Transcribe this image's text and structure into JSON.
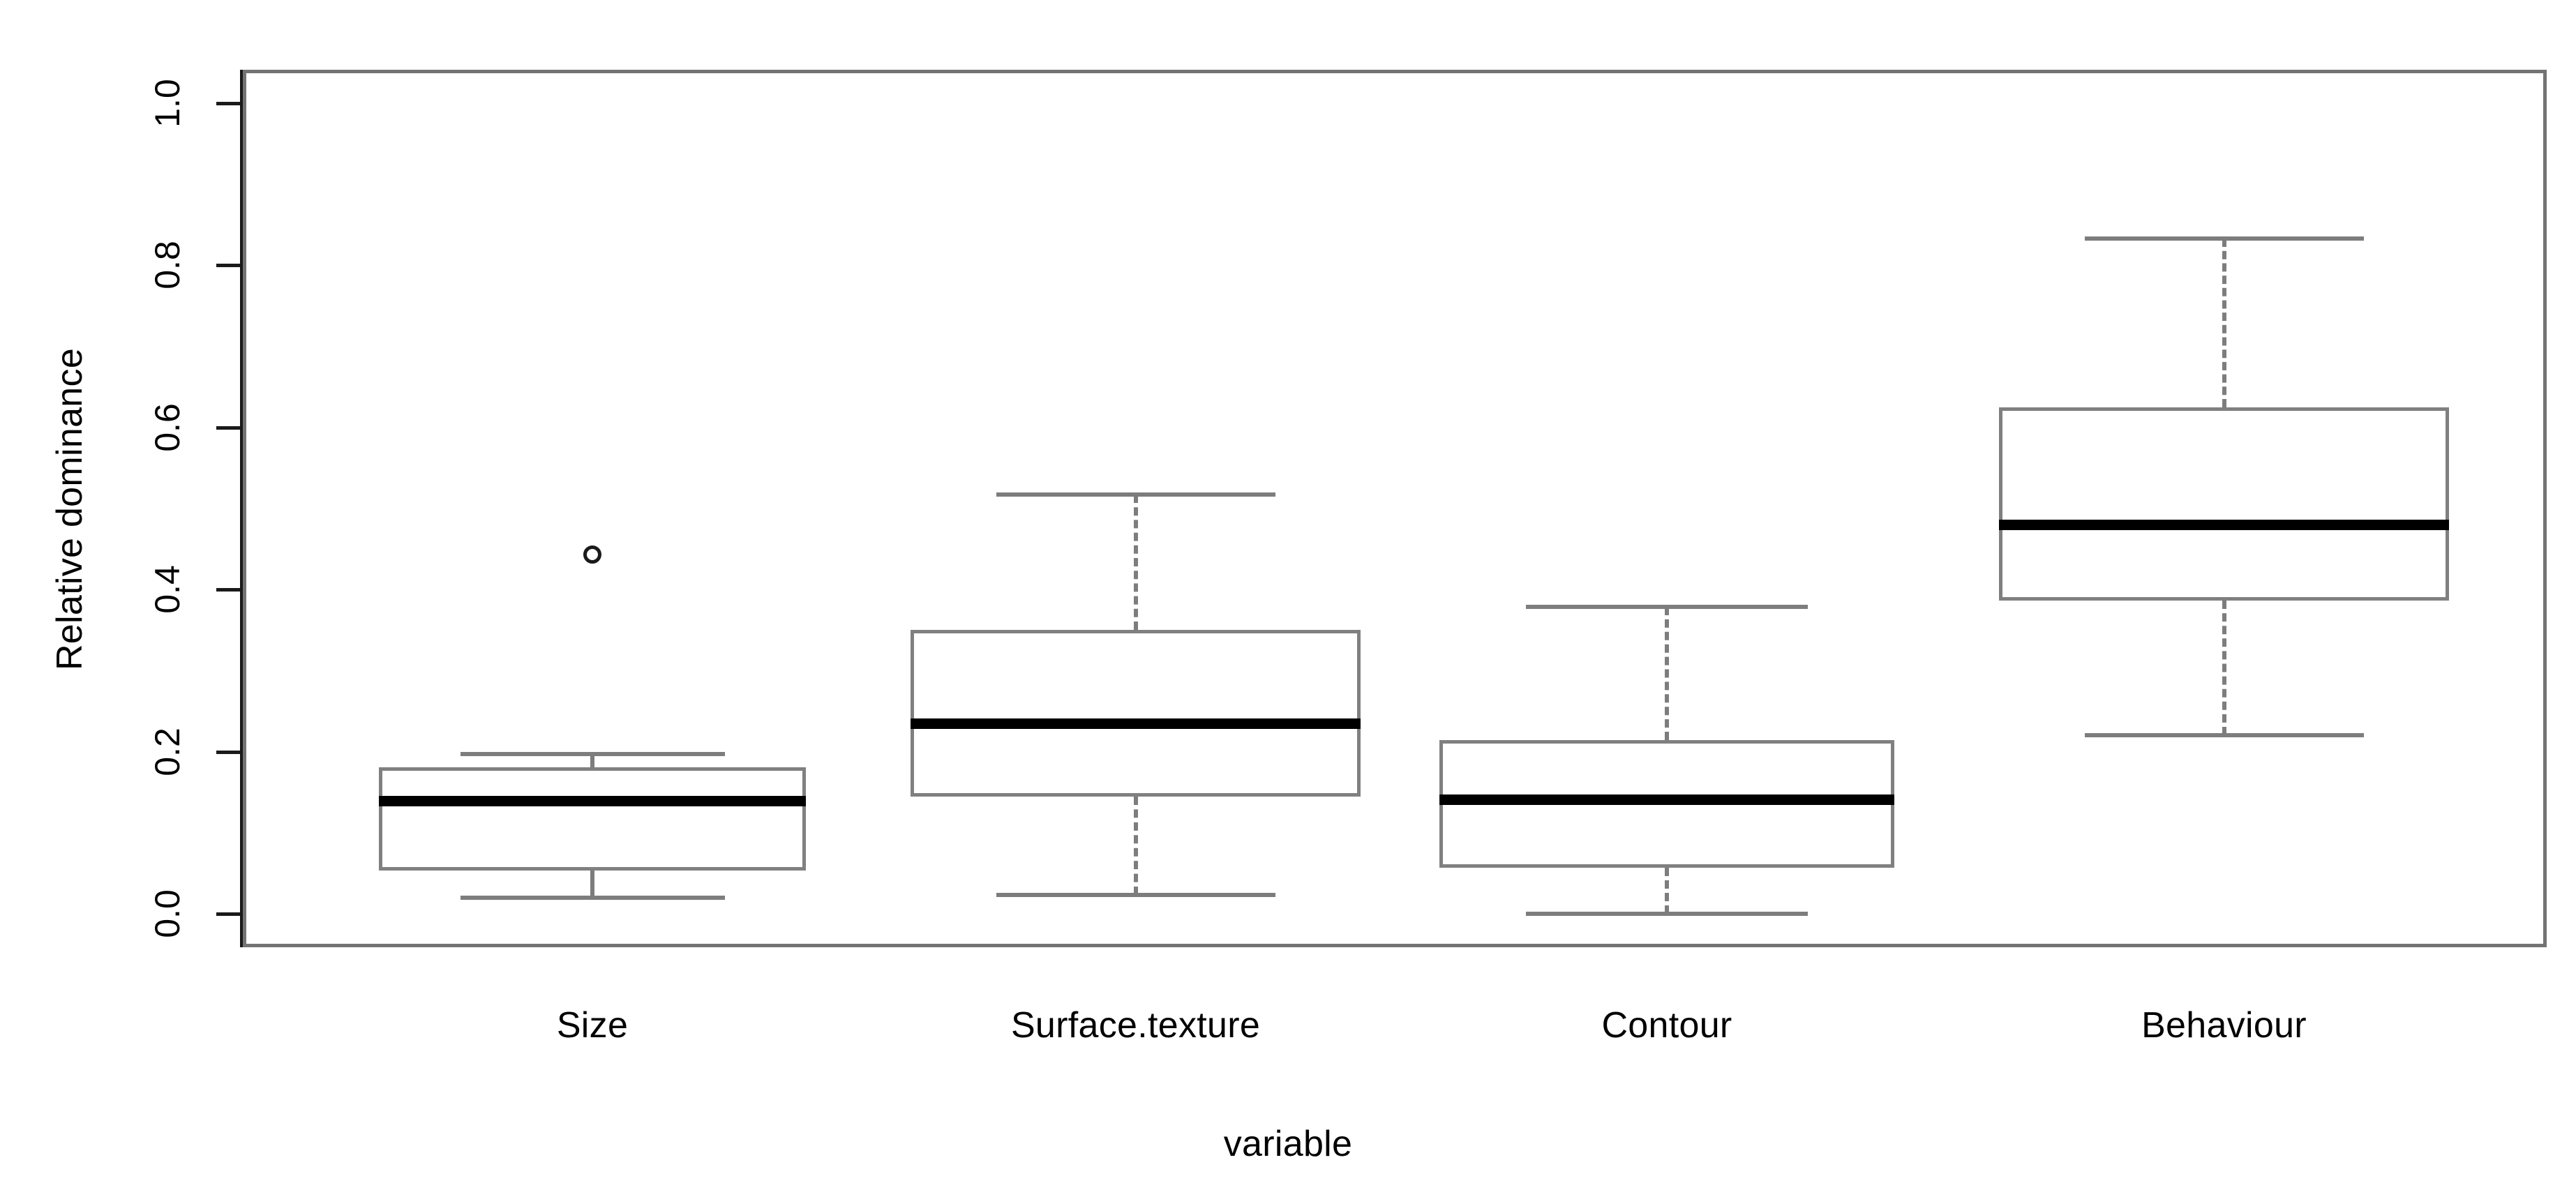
{
  "chart_data": {
    "type": "box",
    "title": "",
    "xlabel": "variable",
    "ylabel": "Relative dominance",
    "ylim": [
      0.0,
      1.0
    ],
    "ytick_labels": [
      "0.0",
      "0.2",
      "0.4",
      "0.6",
      "0.8",
      "1.0"
    ],
    "ytick_values": [
      0.0,
      0.2,
      0.4,
      0.6,
      0.8,
      1.0
    ],
    "grid": false,
    "legend": "none",
    "categories": [
      "Size",
      "Surface.texture",
      "Contour",
      "Behaviour"
    ],
    "boxes": [
      {
        "category": "Size",
        "whisker_low": 0.02,
        "q1": 0.053,
        "median": 0.139,
        "q3": 0.181,
        "whisker_high": 0.197,
        "outliers": [
          0.443
        ],
        "whisker_style": "solid"
      },
      {
        "category": "Surface.texture",
        "whisker_low": 0.023,
        "q1": 0.145,
        "median": 0.235,
        "q3": 0.35,
        "whisker_high": 0.517,
        "outliers": [],
        "whisker_style": "dashed"
      },
      {
        "category": "Contour",
        "whisker_low": 0.0,
        "q1": 0.057,
        "median": 0.141,
        "q3": 0.214,
        "whisker_high": 0.379,
        "outliers": [],
        "whisker_style": "dashed"
      },
      {
        "category": "Behaviour",
        "whisker_low": 0.22,
        "q1": 0.386,
        "median": 0.48,
        "q3": 0.625,
        "whisker_high": 0.833,
        "outliers": [],
        "whisker_style": "dashed"
      }
    ]
  },
  "axis": {
    "y_title": "Relative dominance",
    "x_title": "variable"
  },
  "colors": {
    "background": "#ffffff",
    "frame": "#737373",
    "box_border": "#808080",
    "median": "#000000",
    "whisker": "#7d7d7d",
    "outlier": "#1a1a1a",
    "text": "#000000"
  }
}
